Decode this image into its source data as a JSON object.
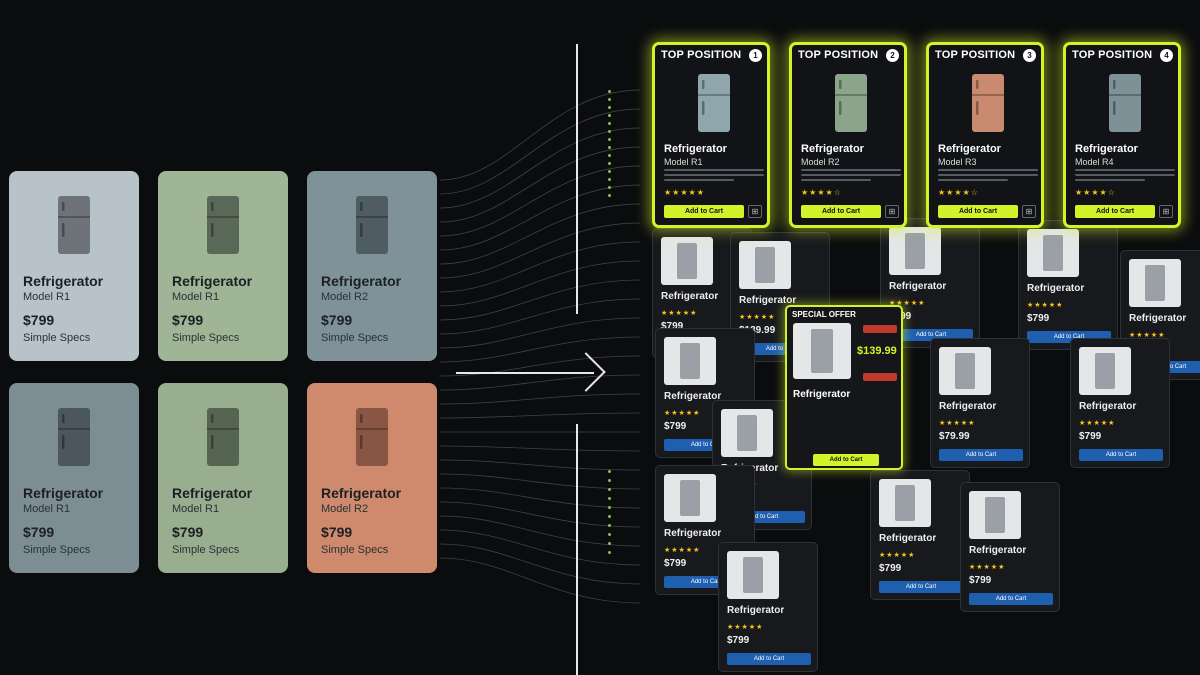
{
  "simple_cards": [
    {
      "title": "Refrigerator",
      "model": "Model R1",
      "price": "$799",
      "specs": "Simple Specs",
      "bg": "#b8c3c9",
      "icon": "#6d7378"
    },
    {
      "title": "Refrigerator",
      "model": "Model R1",
      "price": "$799",
      "specs": "Simple Specs",
      "bg": "#9fb596",
      "icon": "#5a6957"
    },
    {
      "title": "Refrigerator",
      "model": "Model R2",
      "price": "$799",
      "specs": "Simple Specs",
      "bg": "#7f9299",
      "icon": "#4f5c61"
    },
    {
      "title": "Refrigerator",
      "model": "Model R1",
      "price": "$799",
      "specs": "Simple Specs",
      "bg": "#7d8d94",
      "icon": "#4b575c"
    },
    {
      "title": "Refrigerator",
      "model": "Model R1",
      "price": "$799",
      "specs": "Simple Specs",
      "bg": "#98ae8e",
      "icon": "#566552"
    },
    {
      "title": "Refrigerator",
      "model": "Model R2",
      "price": "$799",
      "specs": "Simple Specs",
      "bg": "#cf8a6e",
      "icon": "#8a5644"
    }
  ],
  "top_cards": [
    {
      "header": "TOP POSITION",
      "num": "1",
      "name": "Refrigerator",
      "model": "Model R1",
      "stars": "★★★★★",
      "cart": "Add to Cart",
      "fridge": "#8fa6ad"
    },
    {
      "header": "TOP POSITION",
      "num": "2",
      "name": "Refrigerator",
      "model": "Model R2",
      "stars": "★★★★☆",
      "cart": "Add to Cart",
      "fridge": "#8aa58a"
    },
    {
      "header": "TOP POSITION",
      "num": "3",
      "name": "Refrigerator",
      "model": "Model R3",
      "stars": "★★★★☆",
      "cart": "Add to Cart",
      "fridge": "#c98a6f"
    },
    {
      "header": "TOP POSITION",
      "num": "4",
      "name": "Refrigerator",
      "model": "Model R4",
      "stars": "★★★★☆",
      "cart": "Add to Cart",
      "fridge": "#7d9196"
    }
  ],
  "special": {
    "header": "SPECIAL OFFER",
    "price": "$139.99",
    "name": "Refrigerator",
    "cart": "Add to Cart"
  },
  "crowd_cards": [
    {
      "name": "Refrigerator",
      "price": "$799",
      "cta": "Add to Cart"
    },
    {
      "name": "Refrigerator",
      "price": "$139.99",
      "cta": "Add to Cart"
    },
    {
      "name": "Refrigerator",
      "price": "$799",
      "cta": "Add to Cart"
    },
    {
      "name": "Refrigerator",
      "price": "$799",
      "cta": "Add to Cart"
    },
    {
      "name": "Refrigerator",
      "price": "$799",
      "cta": "Add to Cart"
    },
    {
      "name": "Refrigerator",
      "price": "$799",
      "cta": "Add to Cart"
    },
    {
      "name": "Refrigerator",
      "price": "$799",
      "cta": "Add to Cart"
    },
    {
      "name": "Refrigerator",
      "price": "$159.99",
      "cta": "Add to Cart"
    },
    {
      "name": "Refrigerator",
      "price": "$79.99",
      "cta": "Add to Cart"
    },
    {
      "name": "Refrigerator",
      "price": "$799",
      "cta": "Add to Cart"
    },
    {
      "name": "Refrigerator",
      "price": "$799",
      "cta": "Add to Cart"
    },
    {
      "name": "Refrigerator",
      "price": "$799",
      "cta": "Add to Cart"
    },
    {
      "name": "Refrigerator",
      "price": "$799",
      "cta": "Add to Cart"
    },
    {
      "name": "Refrigerator",
      "price": "$799",
      "cta": "Add to Cart"
    },
    {
      "name": "Refrigerator",
      "price": "$799",
      "cta": "Add to Cart"
    },
    {
      "name": "Refrigerator",
      "price": "$799",
      "cta": "Add to Cart"
    }
  ],
  "colors": {
    "highlight": "#d4f22a",
    "button": "#1f5fb0",
    "star": "#f5c518"
  }
}
